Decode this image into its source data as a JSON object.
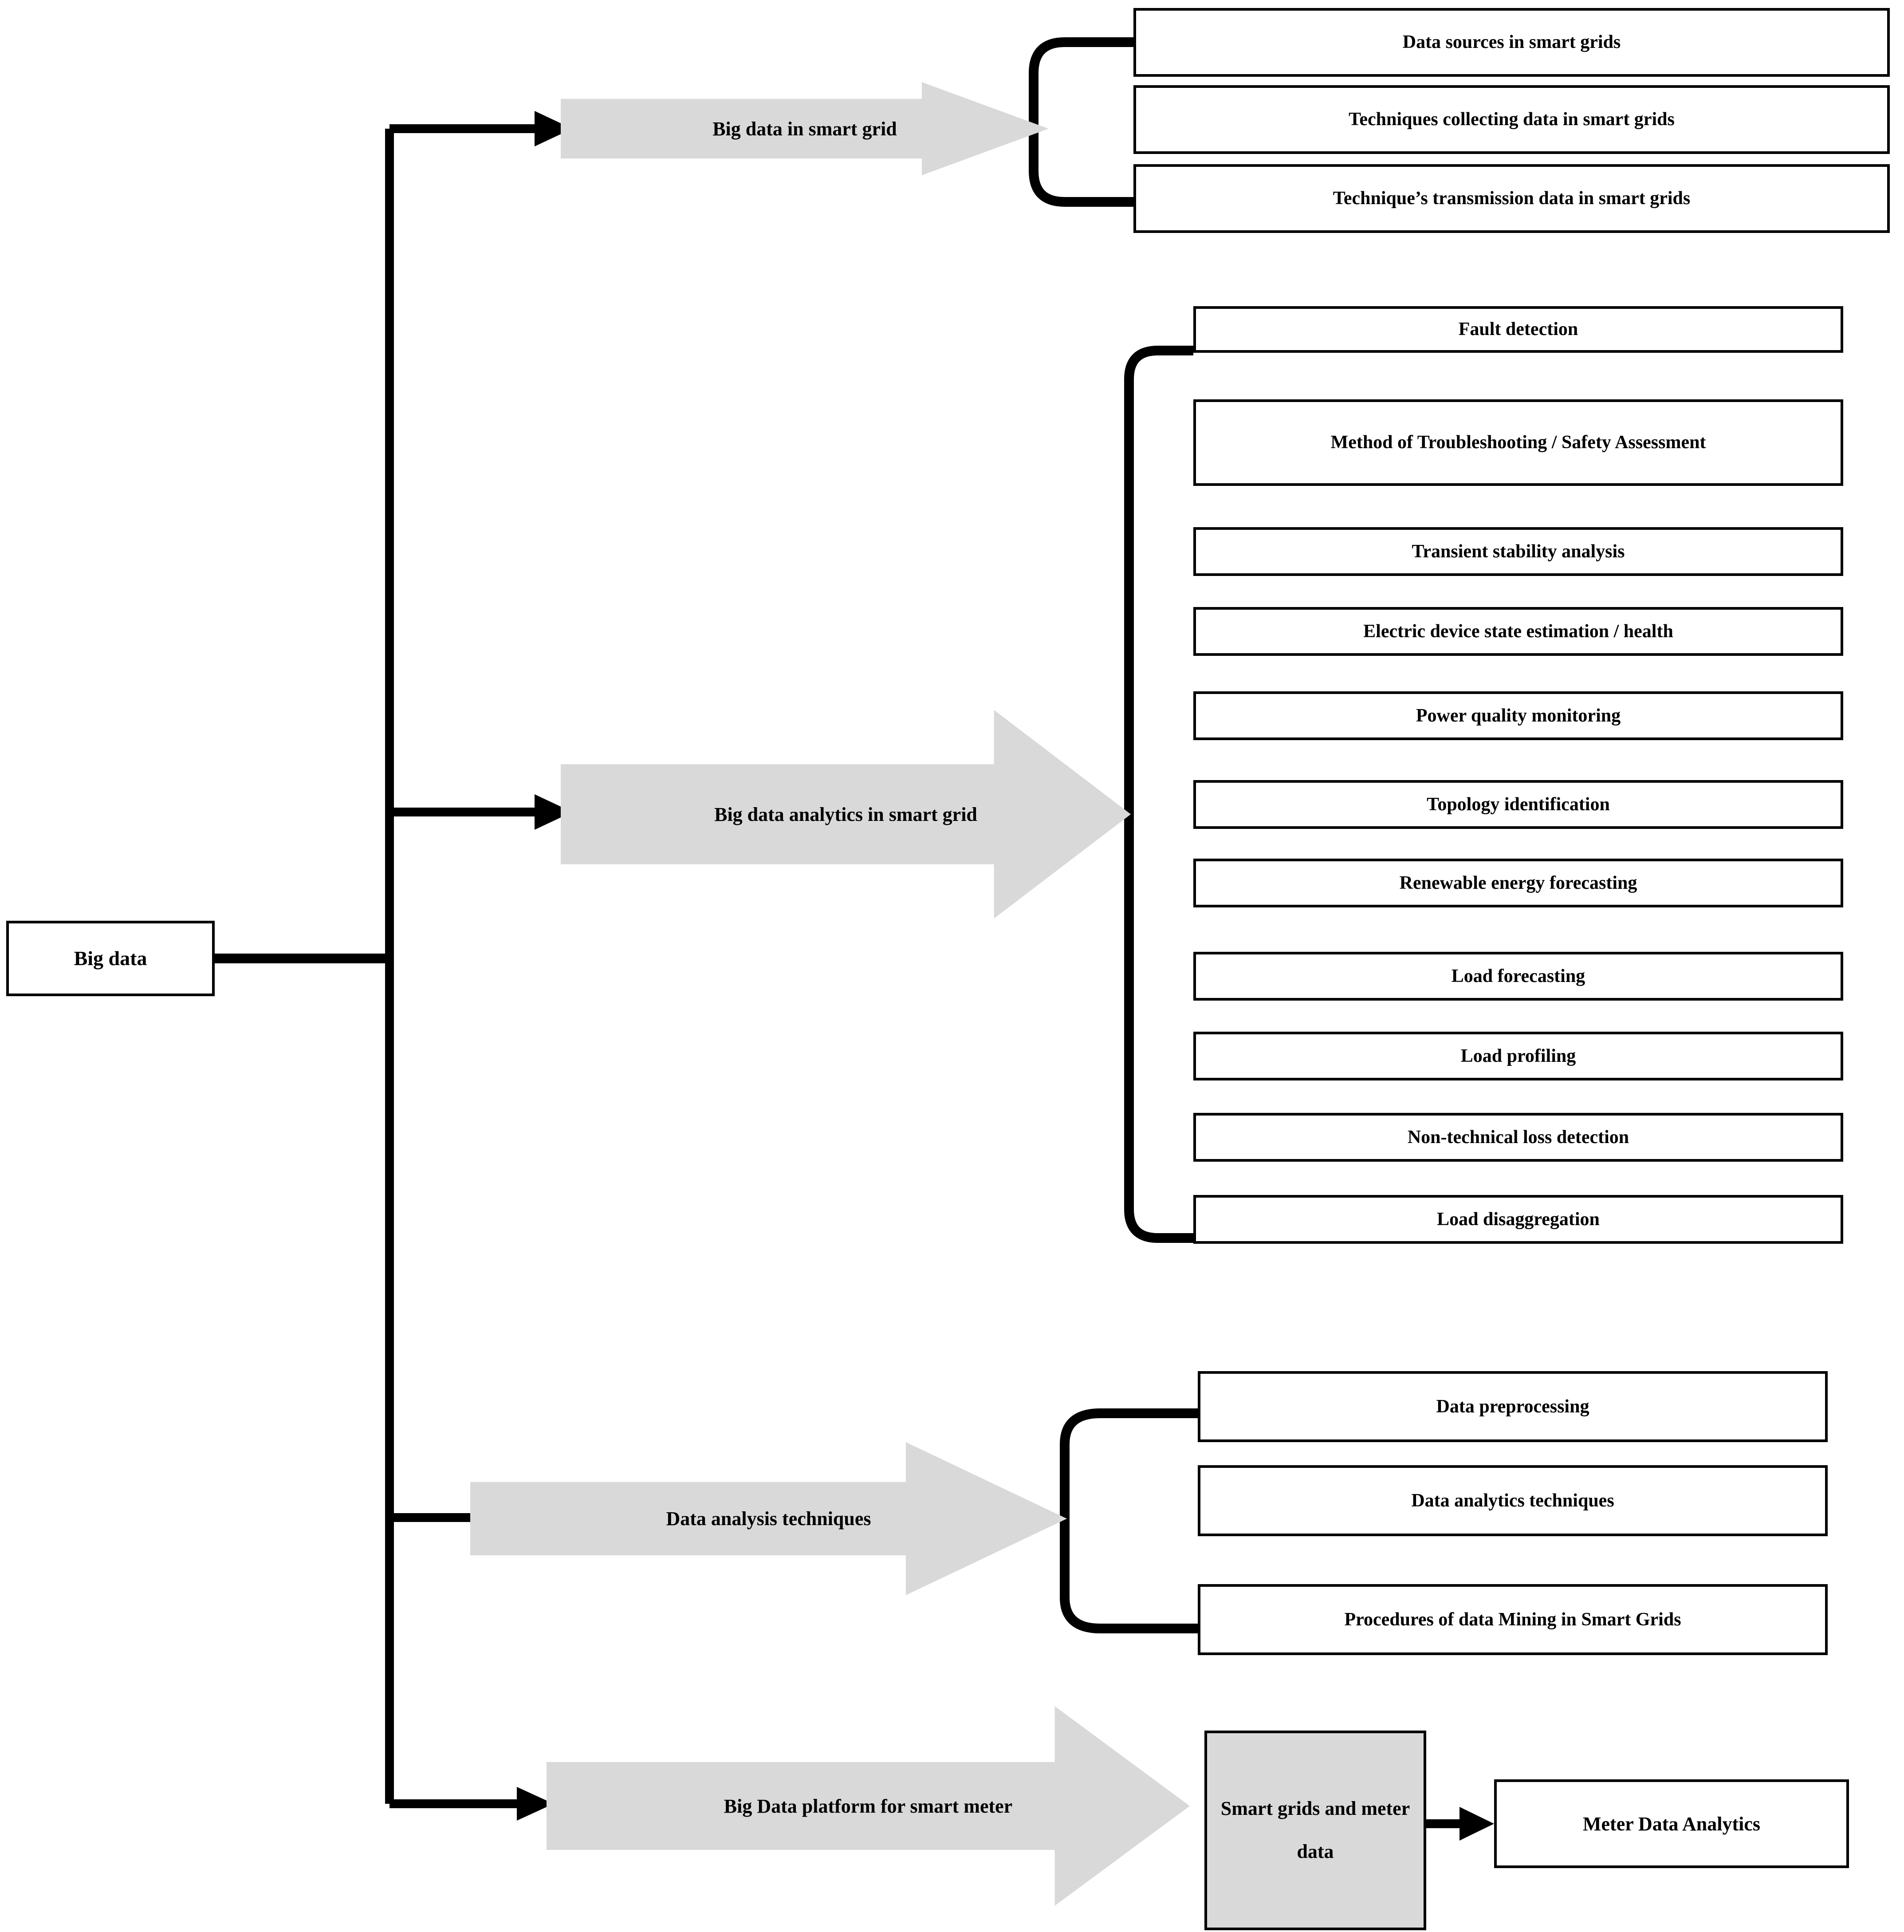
{
  "root": {
    "label": "Big data"
  },
  "branches": [
    {
      "id": "big-data-in-smart-grid",
      "label": "Big data in smart grid",
      "children": [
        "Data sources in smart grids",
        "Techniques collecting data in smart grids",
        "Technique’s transmission data in smart grids"
      ]
    },
    {
      "id": "big-data-analytics-in-smart-grid",
      "label": "Big data analytics in smart grid",
      "children": [
        "Fault detection",
        "Method of Troubleshooting / Safety Assessment",
        "Transient stability analysis",
        "Electric device state estimation / health",
        "Power quality monitoring",
        "Topology identification",
        "Renewable energy forecasting",
        "Load forecasting",
        "Load profiling",
        "Non-technical loss detection",
        "Load disaggregation"
      ]
    },
    {
      "id": "data-analysis-techniques",
      "label": "Data analysis techniques",
      "children": [
        "Data preprocessing",
        "Data analytics techniques",
        "Procedures of data Mining in Smart Grids"
      ]
    },
    {
      "id": "big-data-platform-for-smart-meter",
      "label": "Big Data platform for smart meter",
      "children": [
        "Smart grids and meter data",
        "Meter Data Analytics"
      ]
    }
  ],
  "terminal": {
    "smart_grids_and_meter_data": "Smart grids and meter data",
    "meter_data_analytics": "Meter Data Analytics"
  },
  "colors": {
    "chevron_fill": "#d9d9d9",
    "box_fill": "#ffffff",
    "line": "#000000",
    "shaded_box_fill": "#d9d9d9"
  }
}
